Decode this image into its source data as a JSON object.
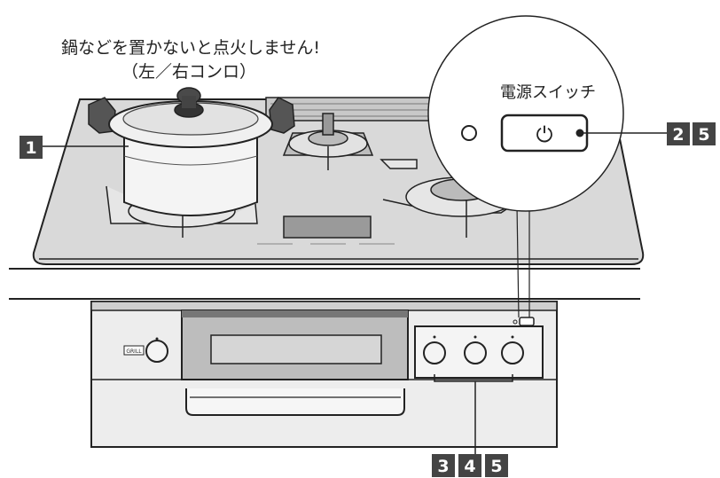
{
  "caption": {
    "line1": "鍋などを置かないと点火しません!",
    "line2": "（左／右コンロ）"
  },
  "zoom": {
    "title": "電源スイッチ",
    "power_symbol": "⏻"
  },
  "callouts": {
    "pot": [
      "1"
    ],
    "power_switch": [
      "2",
      "5"
    ],
    "knobs": [
      "3",
      "4",
      "5"
    ]
  },
  "grill_knob_label": "GRILL"
}
